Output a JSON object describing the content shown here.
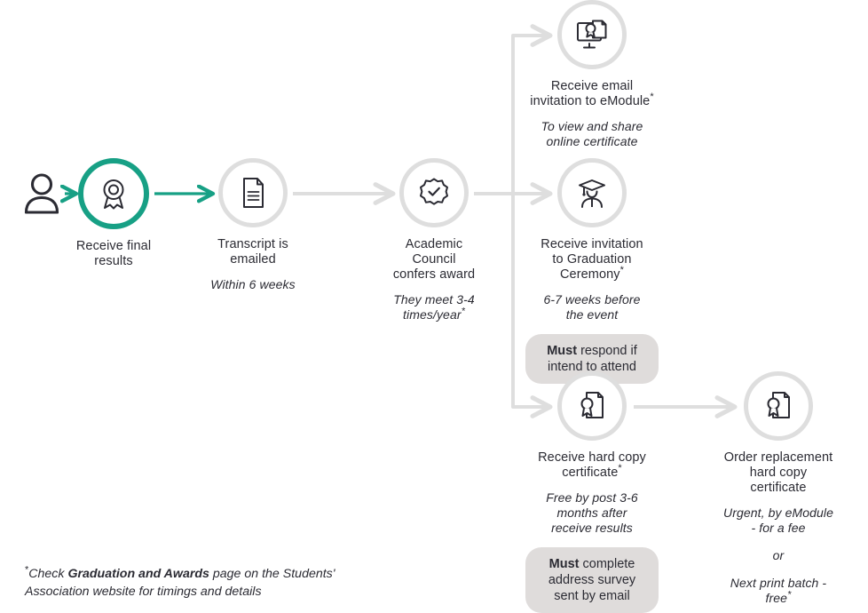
{
  "diagram": {
    "title": "Graduation and awards process flow",
    "colors": {
      "accent": "#17a085",
      "connector": "#dedede",
      "text": "#2b2b33",
      "pill_background": "#dfdcdb"
    },
    "start": {
      "icon": "person-icon",
      "arrow": "arrow-right-teal-icon"
    },
    "nodes": [
      {
        "id": "receive-final-results",
        "icon": "award-ribbon-icon",
        "label": "Receive final\nresults",
        "label_lines": [
          "Receive final",
          "results"
        ],
        "sub_lines": [],
        "accent": true,
        "footnote_marker": false
      },
      {
        "id": "transcript-is-emailed",
        "icon": "document-icon",
        "label_lines": [
          "Transcript is",
          "emailed"
        ],
        "sub_lines": [
          "Within 6 weeks"
        ],
        "accent": false,
        "footnote_marker": false
      },
      {
        "id": "academic-council-confers-award",
        "icon": "badge-check-icon",
        "label_lines": [
          "Academic",
          "Council",
          "confers award"
        ],
        "sub_lines": [
          "They meet 3-4",
          "times/year"
        ],
        "accent": false,
        "footnote_marker": true
      },
      {
        "id": "receive-email-invitation-to-emodule",
        "icon": "monitor-certificate-icon",
        "label_lines": [
          "Receive email",
          "invitation to eModule"
        ],
        "sub_lines": [
          "To view and share",
          "online certificate"
        ],
        "accent": false,
        "footnote_marker": true
      },
      {
        "id": "receive-invitation-to-graduation-ceremony",
        "icon": "graduate-cap-icon",
        "label_lines": [
          "Receive invitation",
          "to Graduation",
          "Ceremony"
        ],
        "sub_lines": [
          "6-7 weeks before",
          "the event"
        ],
        "accent": false,
        "footnote_marker": true,
        "must": {
          "bold": "Must",
          "rest": " respond if intend to attend"
        }
      },
      {
        "id": "receive-hard-copy-certificate",
        "icon": "certificate-seal-icon",
        "label_lines": [
          "Receive hard copy",
          "certificate"
        ],
        "sub_lines": [
          "Free by post 3-6",
          "months after",
          "receive results"
        ],
        "accent": false,
        "footnote_marker": true,
        "must": {
          "bold": "Must",
          "rest": " complete address survey sent by email"
        }
      },
      {
        "id": "order-replacement-hard-copy-certificate",
        "icon": "certificate-seal-icon",
        "label_lines": [
          "Order replacement",
          "hard copy",
          "certificate"
        ],
        "sub_lines": [
          "Urgent, by eModule",
          "- for a fee"
        ],
        "sub_lines_2": [
          "or"
        ],
        "sub_lines_3": [
          "Next print batch -",
          "free"
        ],
        "accent": false,
        "footnote_marker": true
      }
    ],
    "text": {
      "n1_l1": "Receive final",
      "n1_l2": "results",
      "n2_l1": "Transcript is",
      "n2_l2": "emailed",
      "n2_sub": "Within 6 weeks",
      "n3_l1": "Academic",
      "n3_l2": "Council",
      "n3_l3": "confers award",
      "n3_sub1": "They meet 3-4",
      "n3_sub2": "times/year",
      "n4_l1": "Receive email",
      "n4_l2": "invitation to eModule",
      "n4_sub1": "To view and share",
      "n4_sub2": "online certificate",
      "n5_l1": "Receive invitation",
      "n5_l2": "to Graduation",
      "n5_l3": "Ceremony",
      "n5_sub1": "6-7 weeks before",
      "n5_sub2": "the event",
      "n5_must_bold": "Must",
      "n5_must_rest": " respond if intend to attend",
      "n6_l1": "Receive hard copy",
      "n6_l2": "certificate",
      "n6_sub1": "Free by post 3-6",
      "n6_sub2": "months after",
      "n6_sub3": "receive results",
      "n6_must_bold": "Must",
      "n6_must_rest": " complete address survey sent by email",
      "n7_l1": "Order replacement",
      "n7_l2": "hard copy",
      "n7_l3": "certificate",
      "n7_sub1": "Urgent, by eModule",
      "n7_sub2": "- for a fee",
      "n7_or": "or",
      "n7_sub3": "Next print batch -",
      "n7_sub4": "free",
      "star": "*"
    },
    "footnote": {
      "marker": "*",
      "part1": "Check ",
      "bold": "Graduation and Awards",
      "part2": " page on the Students' Association website for timings and details"
    }
  }
}
